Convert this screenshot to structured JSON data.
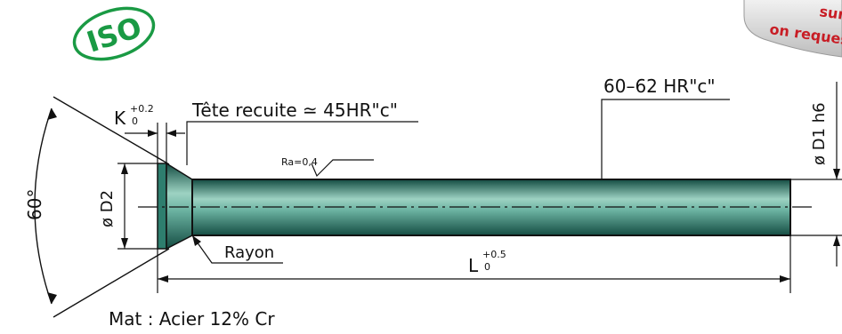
{
  "iso_badge": {
    "text": "ISO"
  },
  "request_badge": {
    "line1": "sur",
    "line2": "on reques"
  },
  "hardness_body": "60–62 HR\"c\"",
  "head_annealed": "Tête recuite  ≃  45HR\"c\"",
  "head_height": {
    "symbol": "K",
    "upper_tol": "+0.2",
    "lower_tol": "0"
  },
  "shank_diameter": "ø D1  h6",
  "head_diameter": "ø D2",
  "angle": "60°",
  "roughness": "Ra=0,4",
  "radius_label": "Rayon",
  "length": {
    "symbol": "L",
    "upper_tol": "+0.5",
    "lower_tol": "0"
  },
  "material": "Mat  :  Acier  12%  Cr",
  "colors": {
    "body_light": "#7fc2b2",
    "body_dark": "#1f6457",
    "line": "#111111",
    "iso_green": "#1a9a44",
    "badge_red": "#c81d25"
  }
}
